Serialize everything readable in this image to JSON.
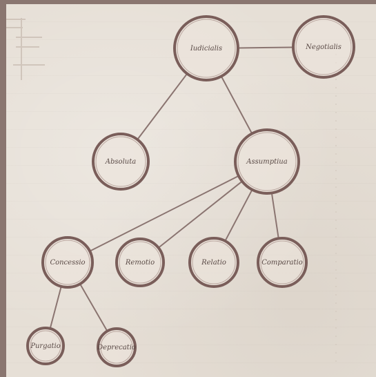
{
  "nodes": [
    {
      "id": "iudicialis",
      "label": "Iudicialis",
      "accent": "#7a5e5a"
    },
    {
      "id": "negotialis",
      "label": "Negotialis",
      "accent": "#7a5e5a"
    },
    {
      "id": "absoluta",
      "label": "Absoluta",
      "accent": "#7a5e5a"
    },
    {
      "id": "assumptiua",
      "label": "Assumptiua",
      "accent": "#7a5e5a"
    },
    {
      "id": "concessio",
      "label": "Concessio",
      "accent": "#7a5e5a"
    },
    {
      "id": "remotio",
      "label": "Remotio",
      "accent": "#7a5e5a"
    },
    {
      "id": "relatio",
      "label": "Relatio",
      "accent": "#7a5e5a"
    },
    {
      "id": "comparatio",
      "label": "Comparatio",
      "accent": "#7a5e5a"
    },
    {
      "id": "purgatio",
      "label": "Purgatio",
      "accent": "#7a5e5a"
    },
    {
      "id": "deprecatio",
      "label": "Deprecatio",
      "accent": "#7a5e5a"
    }
  ],
  "edges": [
    [
      "iudicialis",
      "negotialis"
    ],
    [
      "iudicialis",
      "absoluta"
    ],
    [
      "iudicialis",
      "assumptiua"
    ],
    [
      "assumptiua",
      "concessio"
    ],
    [
      "assumptiua",
      "remotio"
    ],
    [
      "assumptiua",
      "relatio"
    ],
    [
      "assumptiua",
      "comparatio"
    ],
    [
      "concessio",
      "purgatio"
    ],
    [
      "concessio",
      "deprecatio"
    ]
  ]
}
